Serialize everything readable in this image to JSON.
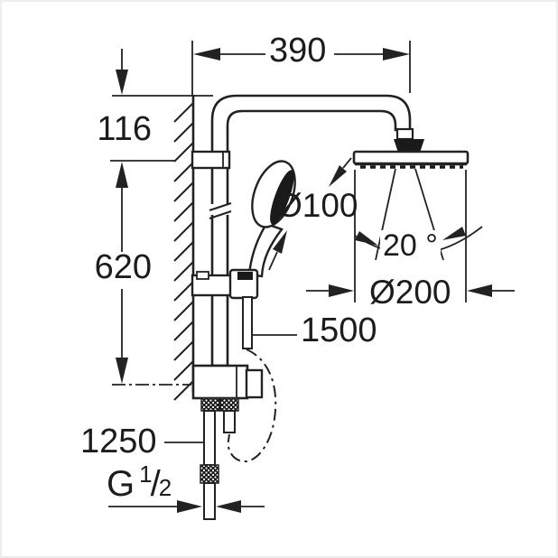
{
  "drawing": {
    "kind": "technical-dimension-drawing",
    "subject": "wall-mounted shower system with head shower and hand shower",
    "line_color": "#222222",
    "background": "#ffffff",
    "labels": {
      "arm_projection_mm": "390",
      "top_offset_mm": "116",
      "rail_section_mm": "620",
      "hand_shower_diameter": "Ø100",
      "spray_angle_deg": "20 °",
      "head_shower_diameter": "Ø200",
      "shower_hose_length_mm": "1500",
      "supply_height_mm": "1250",
      "thread_size": {
        "prefix": "G",
        "numerator": "1",
        "fraction_slash": "/",
        "denominator": "2"
      }
    }
  }
}
